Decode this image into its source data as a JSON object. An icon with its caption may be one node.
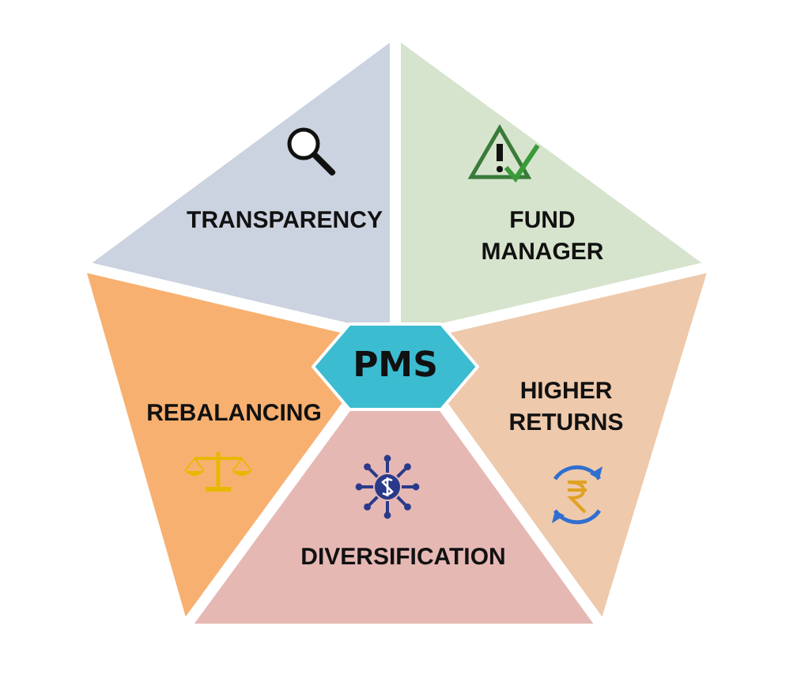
{
  "diagram": {
    "nodes": [
      {
        "text": [
          "TRANSPARENCY"
        ]
      },
      {
        "text": [
          "FUND MANAGER"
        ]
      },
      {
        "text": [
          "PMS"
        ]
      },
      {
        "text": [
          "REBALANCING"
        ]
      },
      {
        "text": [
          "HIGHER RETURNS"
        ]
      },
      {
        "text": [
          "DIVERSIFICATION"
        ]
      }
    ],
    "edges": []
  }
}
